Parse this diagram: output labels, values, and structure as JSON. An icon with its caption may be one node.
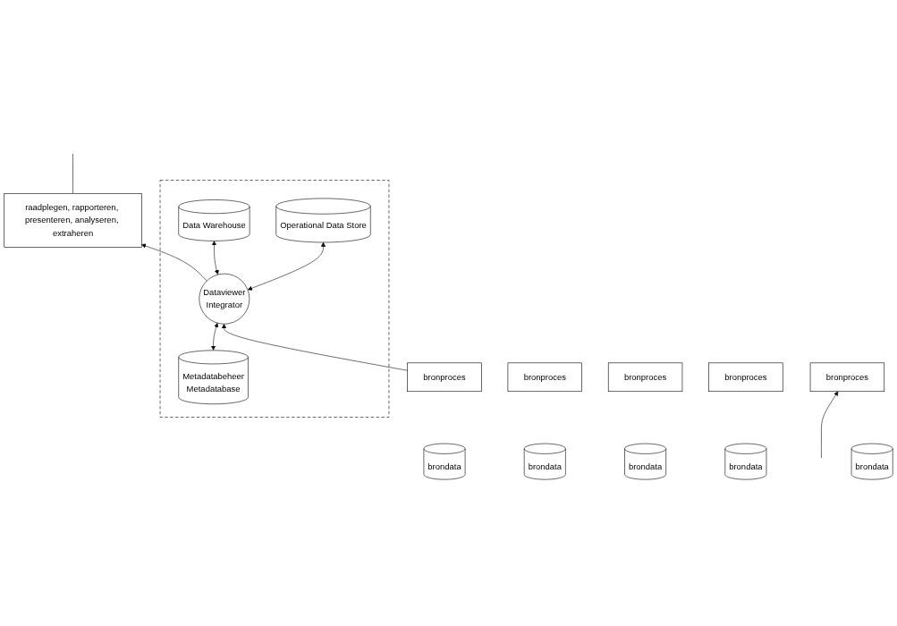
{
  "diagram": {
    "nodes": [
      {
        "text": [
          "raadplegen, rapporteren, presenteren, analyseren, extraheren"
        ]
      },
      {
        "text": [],
        "shape": "box"
      },
      {
        "text": [
          "Metadatabeheer",
          "Metadatabase"
        ],
        "in": 1
      },
      {
        "text": [
          "Dataviewer",
          "Integrator"
        ],
        "in": 1
      },
      {
        "text": [
          "Data Warehouse"
        ],
        "in": 1
      },
      {
        "text": [
          "Operational Data Store"
        ],
        "in": 1
      },
      {
        "text": [
          "bronproces"
        ]
      },
      {
        "text": [
          "bronproces"
        ]
      },
      {
        "text": [
          "bronproces"
        ]
      },
      {
        "text": [
          "bronproces"
        ]
      },
      {
        "text": [
          "bronproces"
        ]
      },
      {
        "text": [
          "brondata"
        ]
      },
      {
        "text": [
          "brondata"
        ]
      },
      {
        "text": [
          "brondata"
        ]
      },
      {
        "text": [
          "brondata"
        ]
      },
      {
        "text": [
          "brondata"
        ]
      }
    ],
    "edges": [
      {
        "from": 3,
        "to": 0,
        "arrow": "to"
      },
      {
        "from": 2,
        "to": 3,
        "arrow": "both"
      },
      {
        "from": 3,
        "to": 4,
        "arrow": "both"
      },
      {
        "from": 3,
        "to": 5,
        "arrow": "both"
      },
      {
        "from": 8,
        "to": 3,
        "arrow": "to"
      },
      {
        "from": 0,
        "to": null,
        "arrow": "none"
      },
      {
        "from": null,
        "to": 10,
        "arrow": "to"
      }
    ]
  }
}
